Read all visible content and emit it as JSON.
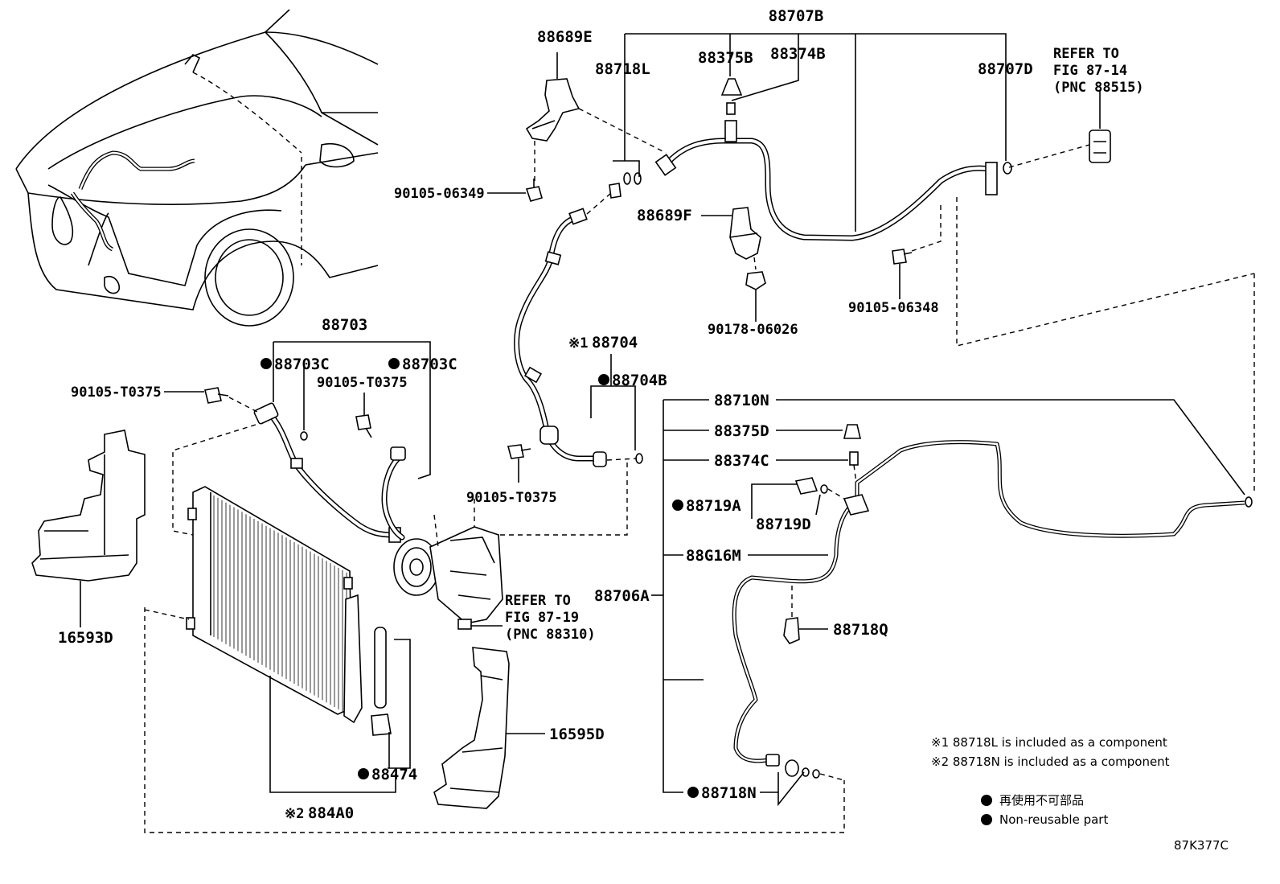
{
  "labels": {
    "p88707B": "88707B",
    "p88689E": "88689E",
    "p88718L": "88718L",
    "p88375B": "88375B",
    "p88374B": "88374B",
    "p88707D": "88707D",
    "ref1_line1": "REFER TO",
    "ref1_line2": "FIG 87-14",
    "ref1_line3": "(PNC 88515)",
    "p90105_06349": "90105-06349",
    "p88689F": "88689F",
    "p90105_06348": "90105-06348",
    "p90178_06026": "90178-06026",
    "p88703": "88703",
    "p88703C_a": "88703C",
    "p88703C_b": "88703C",
    "p90105_T0375_a": "90105-T0375",
    "p90105_T0375_b": "90105-T0375",
    "p90105_T0375_c": "90105-T0375",
    "p88704_prefix": "※1",
    "p88704": "88704",
    "p88704B": "88704B",
    "p88710N": "88710N",
    "p88375D": "88375D",
    "p88374C": "88374C",
    "p88719A": "88719A",
    "p88719D": "88719D",
    "p88G16M": "88G16M",
    "p88706A": "88706A",
    "p88718Q": "88718Q",
    "p88718N": "88718N",
    "p16593D": "16593D",
    "p16595D": "16595D",
    "p88474": "88474",
    "p884A0_prefix": "※2",
    "p884A0": "884A0",
    "ref2_line1": "REFER TO",
    "ref2_line2": "FIG 87-19",
    "ref2_line3": "(PNC 88310)"
  },
  "notes": {
    "note1": "※1 88718L is included as a component",
    "note2": "※2 88718N is included as a component",
    "legend_jp": "再使用不可部品",
    "legend_en": "Non-reusable part"
  },
  "figure_code": "87K377C"
}
